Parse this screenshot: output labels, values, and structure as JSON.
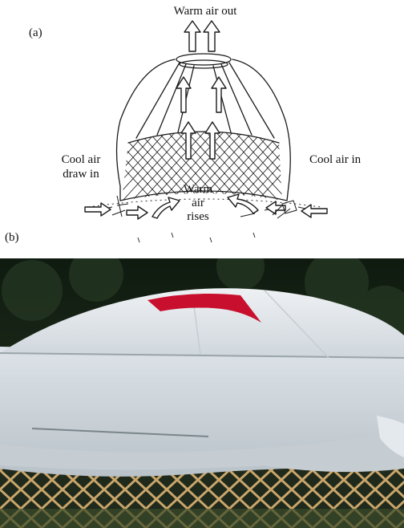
{
  "panel_a": {
    "label": "(a)",
    "labels": {
      "warm_air_out": "Warm air out",
      "cool_air_draw_in": [
        "Cool air",
        "draw in"
      ],
      "cool_air_in": "Cool air in",
      "warm_air_rises": [
        "Warm",
        "air",
        "rises"
      ]
    }
  },
  "panel_b": {
    "label": "(b)"
  },
  "colors": {
    "ink": "#1a1a1a",
    "cover": "#dfe4e8",
    "band": "#c8102e",
    "trees": "#1d2a1c",
    "lattice": "#c9a56a"
  }
}
